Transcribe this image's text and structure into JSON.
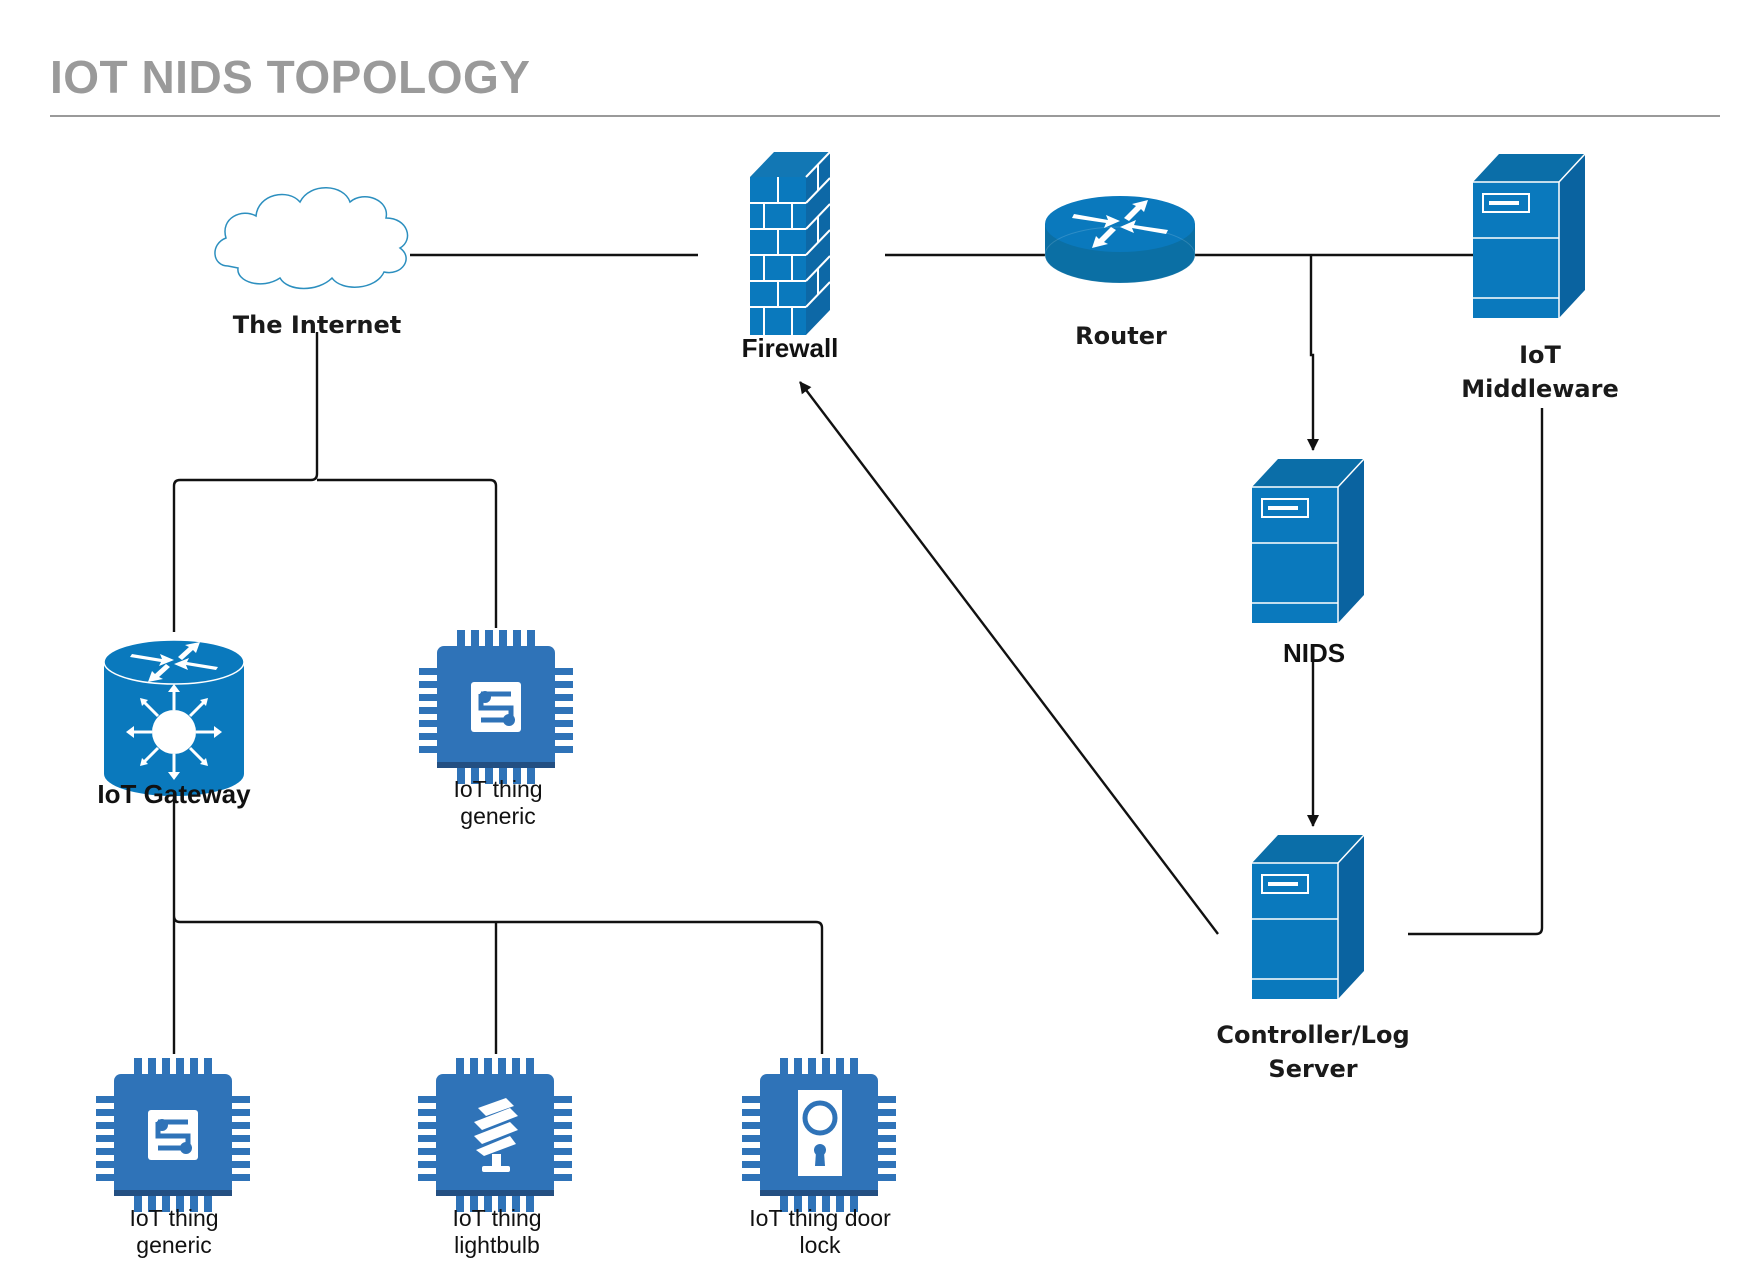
{
  "title": "IOT NIDS TOPOLOGY",
  "colors": {
    "device_blue": "#0a79bd",
    "chip_blue": "#2f73b8",
    "router_blue": "#0b6fa4",
    "title_gray": "#9a9a9a"
  },
  "nodes": {
    "internet": {
      "label": "The Internet",
      "icon": "cloud-icon"
    },
    "firewall": {
      "label": "Firewall",
      "icon": "firewall-icon"
    },
    "router": {
      "label": "Router",
      "icon": "router-icon"
    },
    "middleware": {
      "label_line1": "IoT",
      "label_line2": "Middleware",
      "icon": "server-icon"
    },
    "nids": {
      "label": "NIDS",
      "icon": "server-icon"
    },
    "controller": {
      "label_line1": "Controller/Log",
      "label_line2": "Server",
      "icon": "server-icon"
    },
    "gateway": {
      "label": "IoT Gateway",
      "icon": "gateway-router-icon"
    },
    "thing_top": {
      "label_line1": "IoT thing",
      "label_line2": "generic",
      "icon": "chip-generic-icon"
    },
    "thing_generic": {
      "label_line1": "IoT thing",
      "label_line2": "generic",
      "icon": "chip-generic-icon"
    },
    "thing_bulb": {
      "label_line1": "IoT thing",
      "label_line2": "lightbulb",
      "icon": "chip-lightbulb-icon"
    },
    "thing_lock": {
      "label_line1": "IoT thing door",
      "label_line2": "lock",
      "icon": "chip-doorlock-icon"
    }
  }
}
